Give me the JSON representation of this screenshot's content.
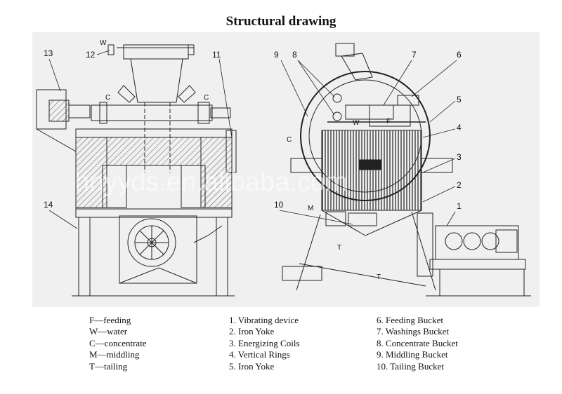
{
  "title": "Structural drawing",
  "watermark": "hnyyds.en.alibaba.com",
  "legend_symbols": [
    "F—feeding",
    "W—water",
    "C—concentrate",
    "M—middling",
    "T—tailing"
  ],
  "legend_parts_a": [
    "1. Vibrating device",
    "2. Iron Yoke",
    "3. Energizing Coils",
    "4. Vertical Rings",
    "5. Iron Yoke"
  ],
  "legend_parts_b": [
    "6. Feeding Bucket",
    "7. Washings Bucket",
    "8. Concentrate Bucket",
    "9. Middling Bucket",
    "10. Tailing Bucket"
  ],
  "left_view": {
    "callouts": [
      "13",
      "12",
      "11",
      "14"
    ],
    "stream_labels": [
      "W",
      "C",
      "C"
    ]
  },
  "right_view": {
    "callouts": [
      "9",
      "8",
      "7",
      "6",
      "5",
      "4",
      "3",
      "2",
      "1",
      "10"
    ],
    "stream_labels": [
      "C",
      "W",
      "F",
      "M",
      "T",
      "T"
    ]
  },
  "colors": {
    "panel_bg": "#f0f0f0",
    "line": "#222222"
  }
}
